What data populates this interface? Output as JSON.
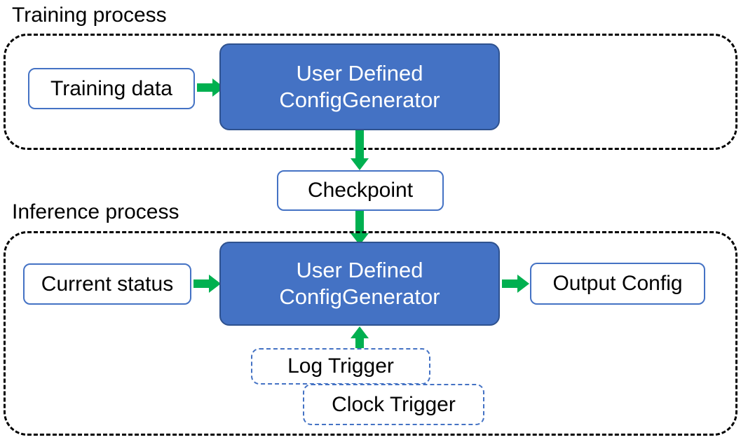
{
  "diagram": {
    "title_training": "Training process",
    "title_inference": "Inference process",
    "colors": {
      "accent_blue": "#4472C4",
      "arrow_green": "#00B050",
      "container_border": "#000000",
      "box_text": "#000000",
      "filled_box_text": "#FFFFFF"
    },
    "training": {
      "input_node": "Training data",
      "process_node_line1": "User Defined",
      "process_node_line2": "ConfigGenerator"
    },
    "bridge": {
      "checkpoint_node": "Checkpoint"
    },
    "inference": {
      "input_node": "Current status",
      "process_node_line1": "User Defined",
      "process_node_line2": "ConfigGenerator",
      "output_node": "Output Config",
      "trigger_log": "Log Trigger",
      "trigger_clock": "Clock Trigger"
    },
    "arrows": {
      "training_data_to_generator": "arrow-right",
      "generator_to_checkpoint": "arrow-down",
      "checkpoint_to_generator": "arrow-down",
      "status_to_generator": "arrow-right",
      "generator_to_output": "arrow-right",
      "trigger_to_generator": "arrow-up"
    }
  }
}
